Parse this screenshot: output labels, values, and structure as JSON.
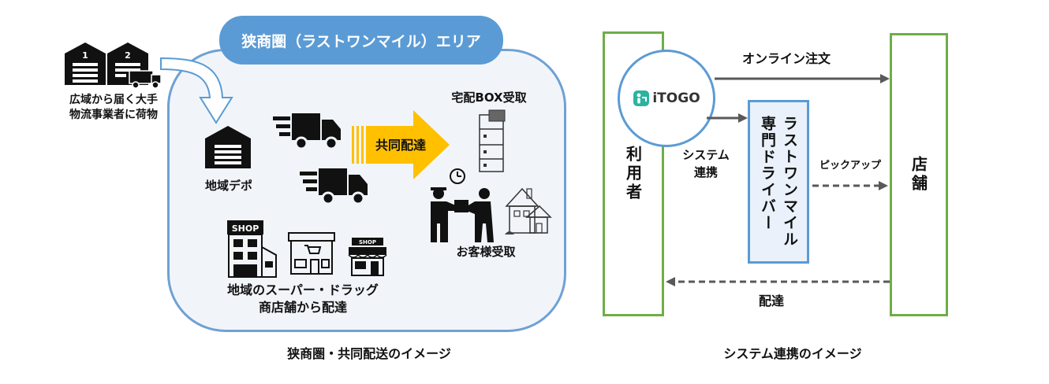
{
  "left": {
    "area_title": "狭商圏（ラストワンマイル）エリア",
    "warehouse_numbers": [
      "1",
      "2"
    ],
    "shipper_label_line1": "広域から届く大手",
    "shipper_label_line2": "物流事業者に荷物",
    "depot_label": "地域デポ",
    "joint_delivery_label": "共同配達",
    "locker_label": "宅配BOX受取",
    "customer_label": "お客様受取",
    "store_label_line1": "地域のスーパー・ドラッグ",
    "store_label_line2": "商店舗から配達",
    "shop_sign": "SHOP",
    "caption": "狭商圏・共同配送のイメージ"
  },
  "right": {
    "user_label": "利用者",
    "store_label": "店舗",
    "logo_text": "iTOGO",
    "online_order_label": "オンライン注文",
    "system_link_line1": "システム",
    "system_link_line2": "連携",
    "driver_label_line1": "ラストワンマイル",
    "driver_label_line2": "専門ドライバー",
    "pickup_label": "ピックアップ",
    "delivery_label": "配達",
    "caption": "システム連携のイメージ"
  },
  "colors": {
    "area_blue": "#5b9bd5",
    "area_fill": "#f1f5fa",
    "green_border": "#70ad47",
    "arrow_yellow": "#ffc000",
    "arrow_gray": "#595959",
    "logo_teal": "#2bb3a0"
  }
}
